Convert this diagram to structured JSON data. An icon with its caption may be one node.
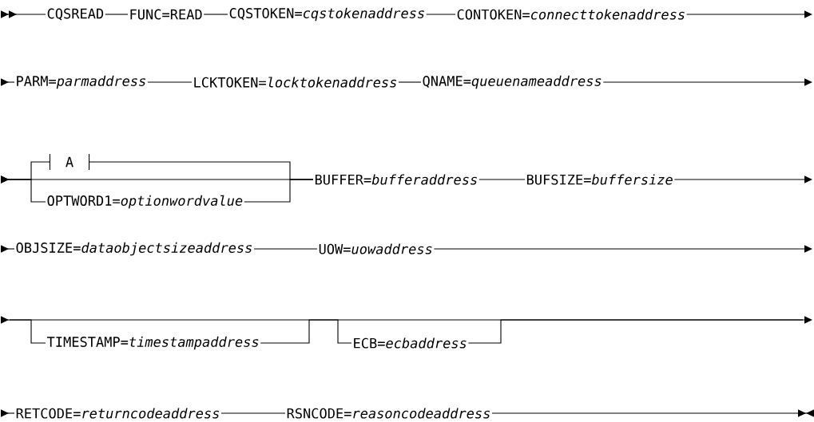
{
  "diagram": {
    "nodes": [
      {
        "text": [
          "CQSREAD"
        ]
      },
      {
        "text": [
          "FUNC=READ"
        ]
      },
      {
        "text": [
          "CQSTOKEN=*cqstokenaddress*"
        ]
      },
      {
        "text": [
          "CONTOKEN=*connecttokenaddress*"
        ]
      },
      {
        "text": [
          "PARM=*parmaddress*"
        ]
      },
      {
        "text": [
          "LCKTOKEN=*locktokenaddress*"
        ]
      },
      {
        "text": [
          "QNAME=*queuenameaddress*"
        ]
      },
      {
        "text": [
          "A"
        ]
      },
      {
        "text": [
          "OPTWORD1=*optionwordvalue*"
        ]
      },
      {
        "text": [
          "BUFFER=*bufferaddress*"
        ]
      },
      {
        "text": [
          "BUFSIZE=*buffersize*"
        ]
      },
      {
        "text": [
          "OBJSIZE=*dataobjectsizeaddress*"
        ]
      },
      {
        "text": [
          "UOW=*uowaddress*"
        ]
      },
      {
        "text": [
          "TIMESTAMP=*timestampaddress*"
        ]
      },
      {
        "text": [
          "ECB=*ecbaddress*"
        ]
      },
      {
        "text": [
          "RETCODE=*returncodeaddress*"
        ]
      },
      {
        "text": [
          "RSNCODE=*reasoncodeaddress*"
        ]
      }
    ],
    "edges": [
      {
        "from": null,
        "to": 0,
        "arrow": "to"
      },
      {
        "from": 0,
        "to": 1,
        "arrow": "none"
      },
      {
        "from": 1,
        "to": 2,
        "arrow": "none"
      },
      {
        "from": 2,
        "to": 3,
        "arrow": "none"
      },
      {
        "from": 3,
        "to": null,
        "arrow": "to"
      },
      {
        "from": null,
        "to": 4,
        "arrow": "to"
      },
      {
        "from": 4,
        "to": 5,
        "arrow": "none"
      },
      {
        "from": 5,
        "to": 6,
        "arrow": "none"
      },
      {
        "from": 6,
        "to": null,
        "arrow": "to"
      },
      {
        "from": null,
        "to": 7,
        "arrow": "to"
      },
      {
        "from": null,
        "to": 8,
        "arrow": "to"
      },
      {
        "from": null,
        "to": 9,
        "arrow": "to"
      },
      {
        "from": 7,
        "to": 9,
        "arrow": "none"
      },
      {
        "from": 8,
        "to": 9,
        "arrow": "none"
      },
      {
        "from": 9,
        "to": 10,
        "arrow": "none"
      },
      {
        "from": 10,
        "to": null,
        "arrow": "to"
      },
      {
        "from": null,
        "to": 11,
        "arrow": "to"
      },
      {
        "from": 11,
        "to": 12,
        "arrow": "none"
      },
      {
        "from": 12,
        "to": null,
        "arrow": "to"
      },
      {
        "from": null,
        "to": 13,
        "arrow": "to"
      },
      {
        "from": 13,
        "to": 14,
        "arrow": "none"
      },
      {
        "from": 14,
        "to": null,
        "arrow": "to"
      },
      {
        "from": null,
        "to": 15,
        "arrow": "to"
      },
      {
        "from": 15,
        "to": 16,
        "arrow": "none"
      },
      {
        "from": 16,
        "to": null,
        "arrow": "to"
      }
    ]
  }
}
